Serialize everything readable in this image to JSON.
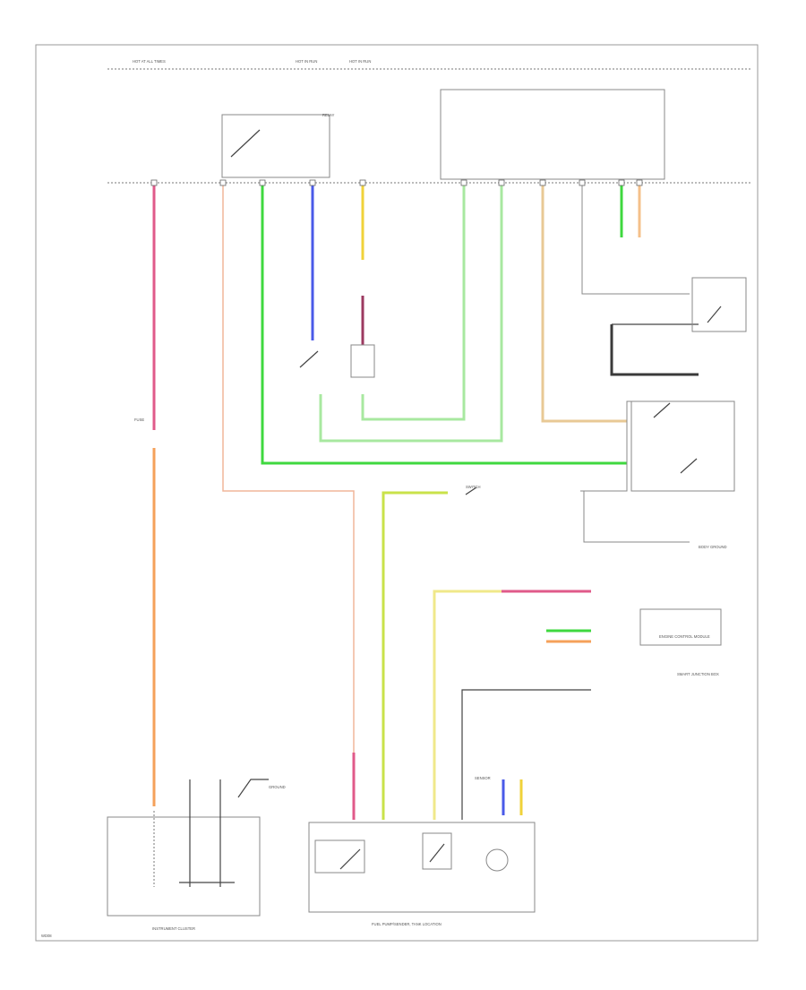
{
  "sections": {
    "instrument_cluster": "INSTRUMENT CLUSTER",
    "fuel_pump_sender": "FUEL PUMP/SENDER, TANK LOCATION",
    "smart_junction_box": "SMART JUNCTION BOX",
    "ems_control_module": "ENGINE CONTROL MODULE"
  },
  "power": {
    "hot_at_all_times": "HOT AT ALL TIMES",
    "hot_in_run": "HOT IN RUN"
  },
  "small_labels": {
    "ground": "GROUND",
    "body_ground": "BODY GROUND",
    "fuse": "FUSE",
    "relay": "RELAY",
    "switch": "SWITCH",
    "sensor": "SENSOR",
    "page_code": "WD08"
  },
  "wire_colors": {
    "pink": "#e05a8a",
    "orange": "#f5a15a",
    "green": "#3fd83f",
    "blue": "#4a5ae8",
    "yellow": "#f0d23a",
    "purple": "#9c3a60",
    "tan": "#e8c995",
    "yellow_green": "#c9e24a",
    "black": "#3a3a3a",
    "salmon": "#f0b69a",
    "light_green": "#a8e8a0"
  }
}
